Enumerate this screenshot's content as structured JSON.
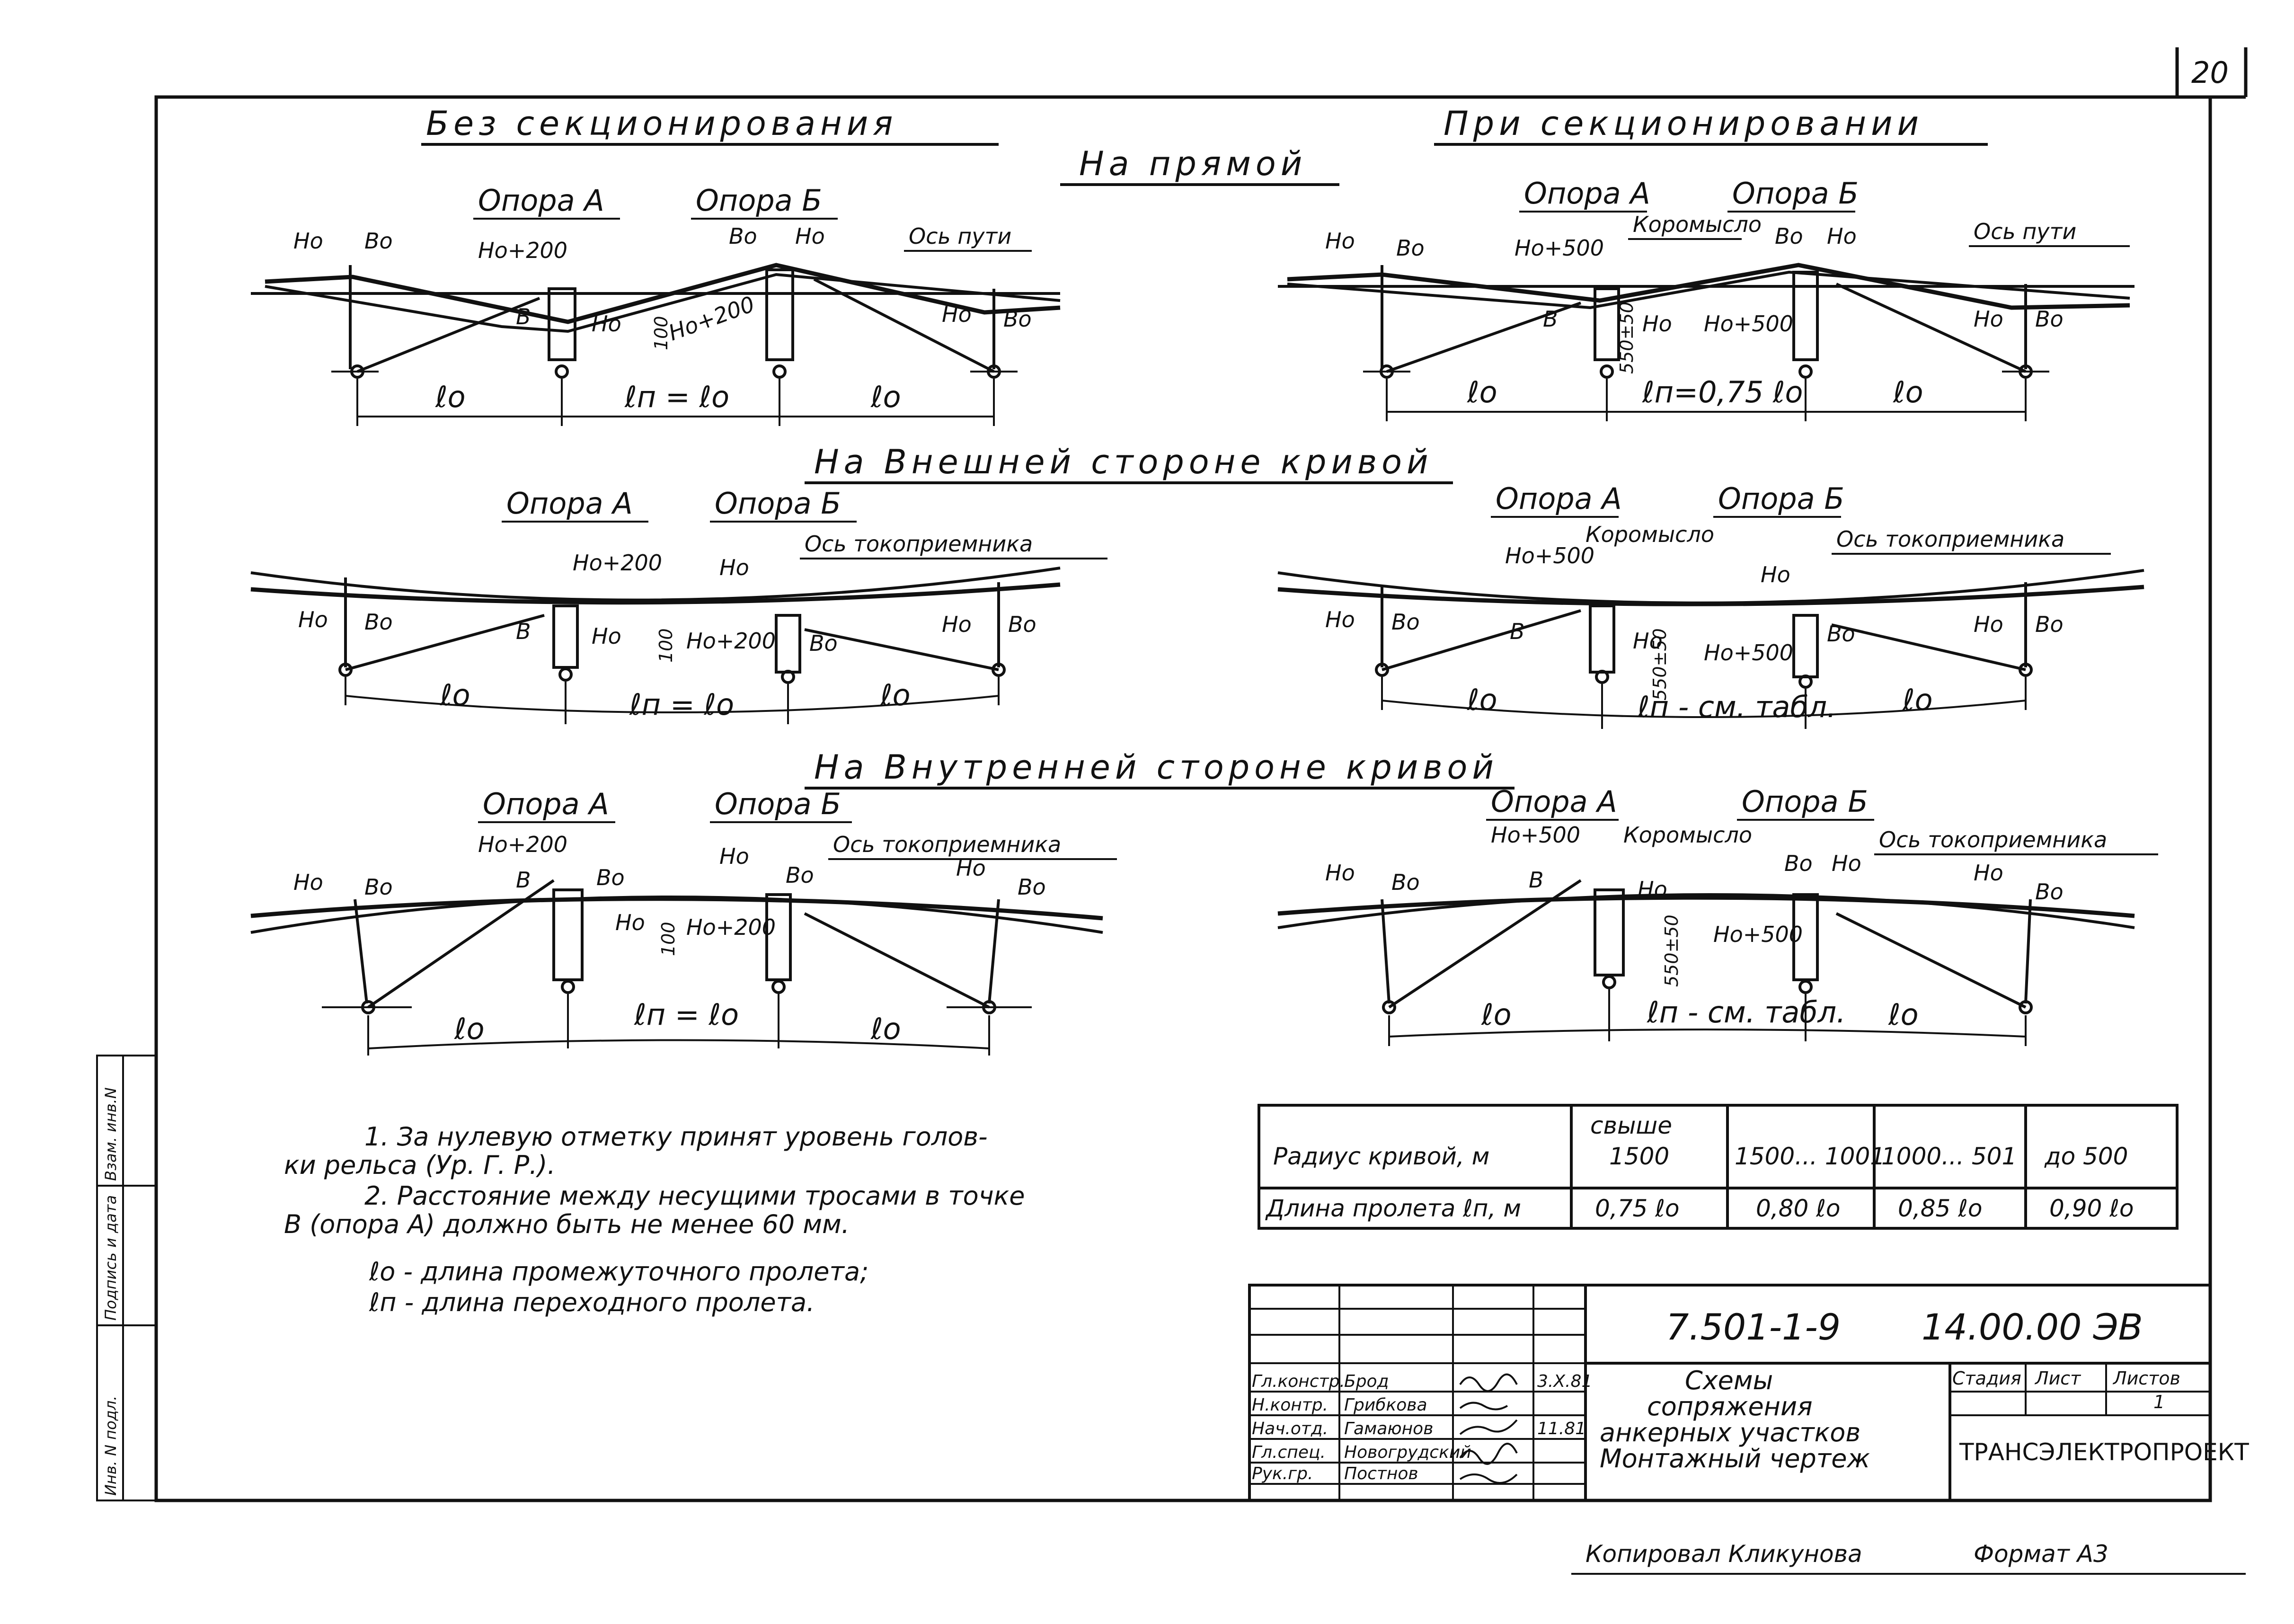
{
  "sheet_number": "20",
  "headings": {
    "no_sectioning": "Без секционирования",
    "with_sectioning": "При секционировании",
    "straight": "На прямой",
    "outer_curve": "На Внешней стороне кривой",
    "inner_curve": "На Внутренней стороне кривой"
  },
  "labels": {
    "support_a": "Опора А",
    "support_b": "Опора Б",
    "track_axis": "Ось пути",
    "pantograph_axis": "Ось токоприемника",
    "yoke": "Коромысло",
    "h0": "Но",
    "b0": "Во",
    "b": "В",
    "h0_200": "Но+200",
    "h0_500": "Но+500",
    "dim_100": "100",
    "dim_550": "550±50",
    "l0": "ℓо",
    "ln_eq_l0": "ℓп = ℓо",
    "ln_075": "ℓп=0,75 ℓо",
    "ln_table": "ℓп - см. табл."
  },
  "notes": {
    "n1_a": "1. За нулевую отметку принят уровень голов-",
    "n1_b": "ки рельса (Ур. Г. Р.).",
    "n2_a": "2. Расстояние между несущими тросами в точке",
    "n2_b": "В (опора А) должно быть не менее 60 мм.",
    "def_l0": "ℓо - длина промежуточного пролета;",
    "def_ln": "ℓп - длина переходного пролета."
  },
  "table": {
    "row1_label": "Радиус кривой, м",
    "row2_label": "Длина пролета ℓп, м",
    "headers": [
      "свыше 1500",
      "1500... 1001",
      "1000... 501",
      "до 500"
    ],
    "values": [
      "0,75 ℓо",
      "0,80 ℓо",
      "0,85 ℓо",
      "0,90 ℓо"
    ]
  },
  "title_block": {
    "code_a": "7.501-1-9",
    "code_b": "14.00.00 ЭВ",
    "title_1": "Схемы",
    "title_2": "сопряжения",
    "title_3": "анкерных участков",
    "title_4": "Монтажный чертеж",
    "stage": "Стадия",
    "sheet": "Лист",
    "sheets": "Листов",
    "sheets_val": "1",
    "org": "ТРАНСЭЛЕКТРОПРОЕКТ",
    "roles": [
      "Гл.констр.",
      "Н.контр.",
      "Нач.отд.",
      "Гл.спец.",
      "Рук.гр."
    ],
    "names": [
      "Брод",
      "Грибкова",
      "Гамаюнов",
      "Новогрудский",
      "Постнов"
    ],
    "dates": [
      "3.Х.81",
      "",
      "11.81",
      "",
      ""
    ]
  },
  "side_stamp": {
    "inv_orig": "Инв. N подл.",
    "sign_date": "Подпись и дата",
    "replace_inv": "Взам. инв.N"
  },
  "footer": {
    "copied": "Копировал Кликунова",
    "format": "Формат А3"
  }
}
